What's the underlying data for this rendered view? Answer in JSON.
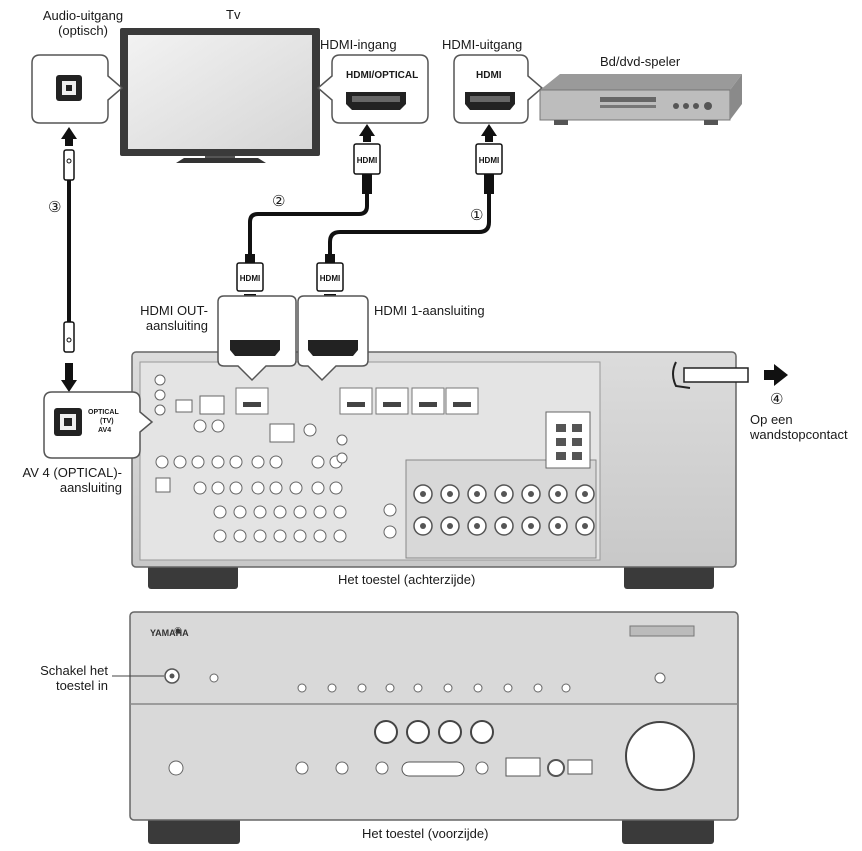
{
  "labels": {
    "tv": "Tv",
    "audio_out": [
      "Audio-uitgang",
      "(optisch)"
    ],
    "hdmi_in": "HDMI-ingang",
    "hdmi_out_top": "HDMI-uitgang",
    "player": "Bd/dvd-speler",
    "hdmi_optical_jack": "HDMI/OPTICAL",
    "hdmi_jack": "HDMI",
    "hdmi_plug": "HDMI",
    "hdmi_out_jack": [
      "HDMI OUT-",
      "aansluiting"
    ],
    "hdmi1_jack": "HDMI 1-aansluiting",
    "optical_panel": [
      "OPTICAL",
      "(TV)",
      "AV4"
    ],
    "av4_jack": [
      "AV 4 (OPTICAL)-",
      "aansluiting"
    ],
    "outlet": [
      "Op een",
      "wandstopcontact"
    ],
    "rear_caption": "Het toestel (achterzijde)",
    "front_caption": "Het toestel (voorzijde)",
    "power_on": [
      "Schakel het",
      "toestel in"
    ],
    "brand": "YAMAHA"
  },
  "steps": [
    "①",
    "②",
    "③",
    "④"
  ]
}
